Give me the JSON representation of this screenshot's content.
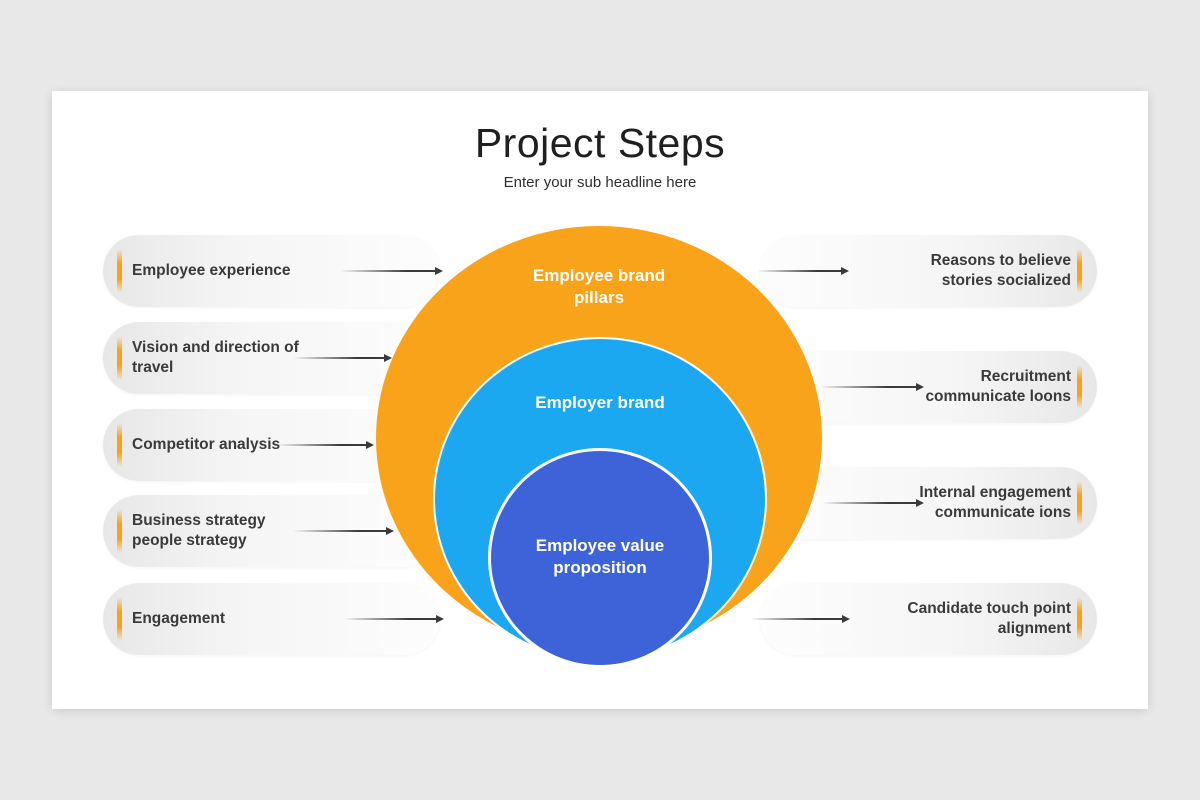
{
  "title": "Project Steps",
  "subtitle": "Enter your sub headline here",
  "diagram": {
    "accent_color": "#F7A21B",
    "arrow_color": "#3A3A3A",
    "circles": [
      {
        "name": "outer",
        "label": "Employee brand\npillars",
        "color": "#F8A31A"
      },
      {
        "name": "middle",
        "label": "Employer brand",
        "color": "#1BA8F1"
      },
      {
        "name": "inner",
        "label": "Employee value\nproposition",
        "color": "#3E63D8"
      }
    ],
    "left_items": [
      {
        "label": "Employee experience"
      },
      {
        "label": "Vision and direction of\ntravel"
      },
      {
        "label": "Competitor analysis"
      },
      {
        "label": "Business strategy\npeople strategy"
      },
      {
        "label": "Engagement"
      }
    ],
    "right_items": [
      {
        "label": "Reasons to believe\nstories socialized"
      },
      {
        "label": "Recruitment\ncommunicate loons"
      },
      {
        "label": "Internal engagement\ncommunicate ions"
      },
      {
        "label": "Candidate touch point\nalignment"
      }
    ]
  }
}
